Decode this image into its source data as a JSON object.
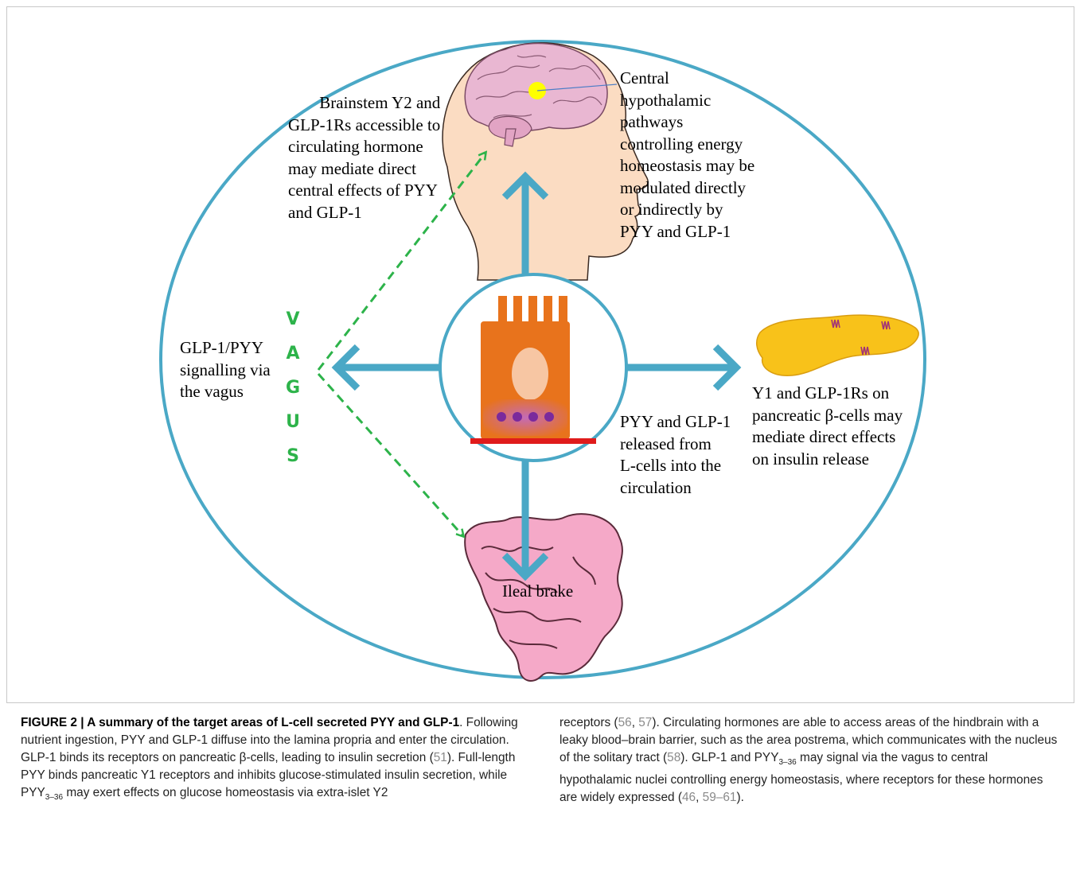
{
  "diagram": {
    "brain_label": [
      "Brainstem Y2 and",
      "GLP-1Rs accessible to",
      "circulating hormone",
      "may mediate direct",
      "central effects of PYY",
      "and GLP-1"
    ],
    "hypothalamus_label": [
      "Central",
      "hypothalamic",
      "pathways",
      "controlling energy",
      "homeostasis may be",
      "modulated directly",
      "or indirectly by",
      "PYY and GLP-1"
    ],
    "vagus_label": [
      "GLP-1/PYY",
      "signalling via",
      "the vagus"
    ],
    "vagus_letters": [
      "V",
      "A",
      "G",
      "U",
      "S"
    ],
    "lcell_label": [
      "PYY and GLP-1",
      "released from",
      "L-cells into the",
      "circulation"
    ],
    "pancreas_label": [
      "Y1 and GLP-1Rs on",
      "pancreatic β-cells may",
      "mediate direct effects",
      "on insulin release"
    ],
    "intestine_label": "Ileal brake",
    "colors": {
      "circle": "#4aa8c6",
      "arrow": "#4aa8c6",
      "vagus_green": "#2db34a",
      "brain_pink": "#e9b7d2",
      "head_skin": "#fbdcc2",
      "lcell_orange": "#e8731c",
      "pancreas_yellow": "#f8c21a",
      "intestine_pink": "#f5a9c8",
      "basement_red": "#e01b1b"
    }
  },
  "caption": {
    "title": "FIGURE 2 | A summary of the target areas of L-cell secreted PYY and GLP-1",
    "left_col": {
      "t1": ". Following nutrient ingestion, PYY and GLP-1 diffuse into the lamina propria and enter the circulation. GLP-1 binds its receptors on pancreatic β-cells, leading to insulin secretion (",
      "r1": "51",
      "t2": "). Full-length PYY binds pancreatic Y1 receptors and inhibits glucose-stimulated insulin secretion, while PYY",
      "sub": "3–36",
      "t3": " may exert effects on glucose homeostasis via extra-islet Y2"
    },
    "right_col": {
      "t1": "receptors (",
      "r1": "56",
      "t2": ", ",
      "r2": "57",
      "t3": "). Circulating hormones are able to access areas of the hindbrain with a leaky blood–brain barrier, such as the area postrema, which communicates with the nucleus of the solitary tract (",
      "r3": "58",
      "t4": "). GLP-1 and PYY",
      "sub": "3–36",
      "t5": " may signal via the vagus to central hypothalamic nuclei controlling energy homeostasis, where receptors for these hormones are widely expressed (",
      "r4": "46",
      "t6": ", ",
      "r5": "59–61",
      "t7": ")."
    }
  }
}
